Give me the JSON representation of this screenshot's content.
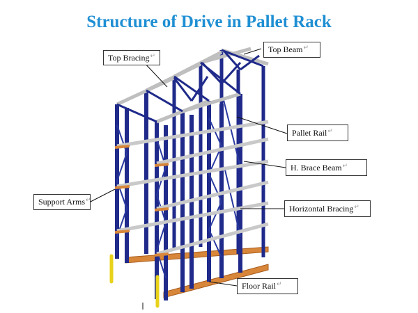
{
  "title": "Structure of Drive in Pallet Rack",
  "labels": {
    "top_bracing": "Top Bracing",
    "top_beam": "Top Beam",
    "pallet_rail": "Pallet Rail",
    "h_brace_beam": "H. Brace Beam",
    "support_arms": "Support Arms",
    "horizontal_bracing": "Horizontal Bracing",
    "floor_rail": "Floor Rail"
  },
  "return_mark": "↵",
  "colors": {
    "title": "#1f8fd3",
    "upright": "#1f2a8a",
    "beam": "#c9c9c9",
    "arm": "#d8873a",
    "post": "#e8d21a"
  }
}
